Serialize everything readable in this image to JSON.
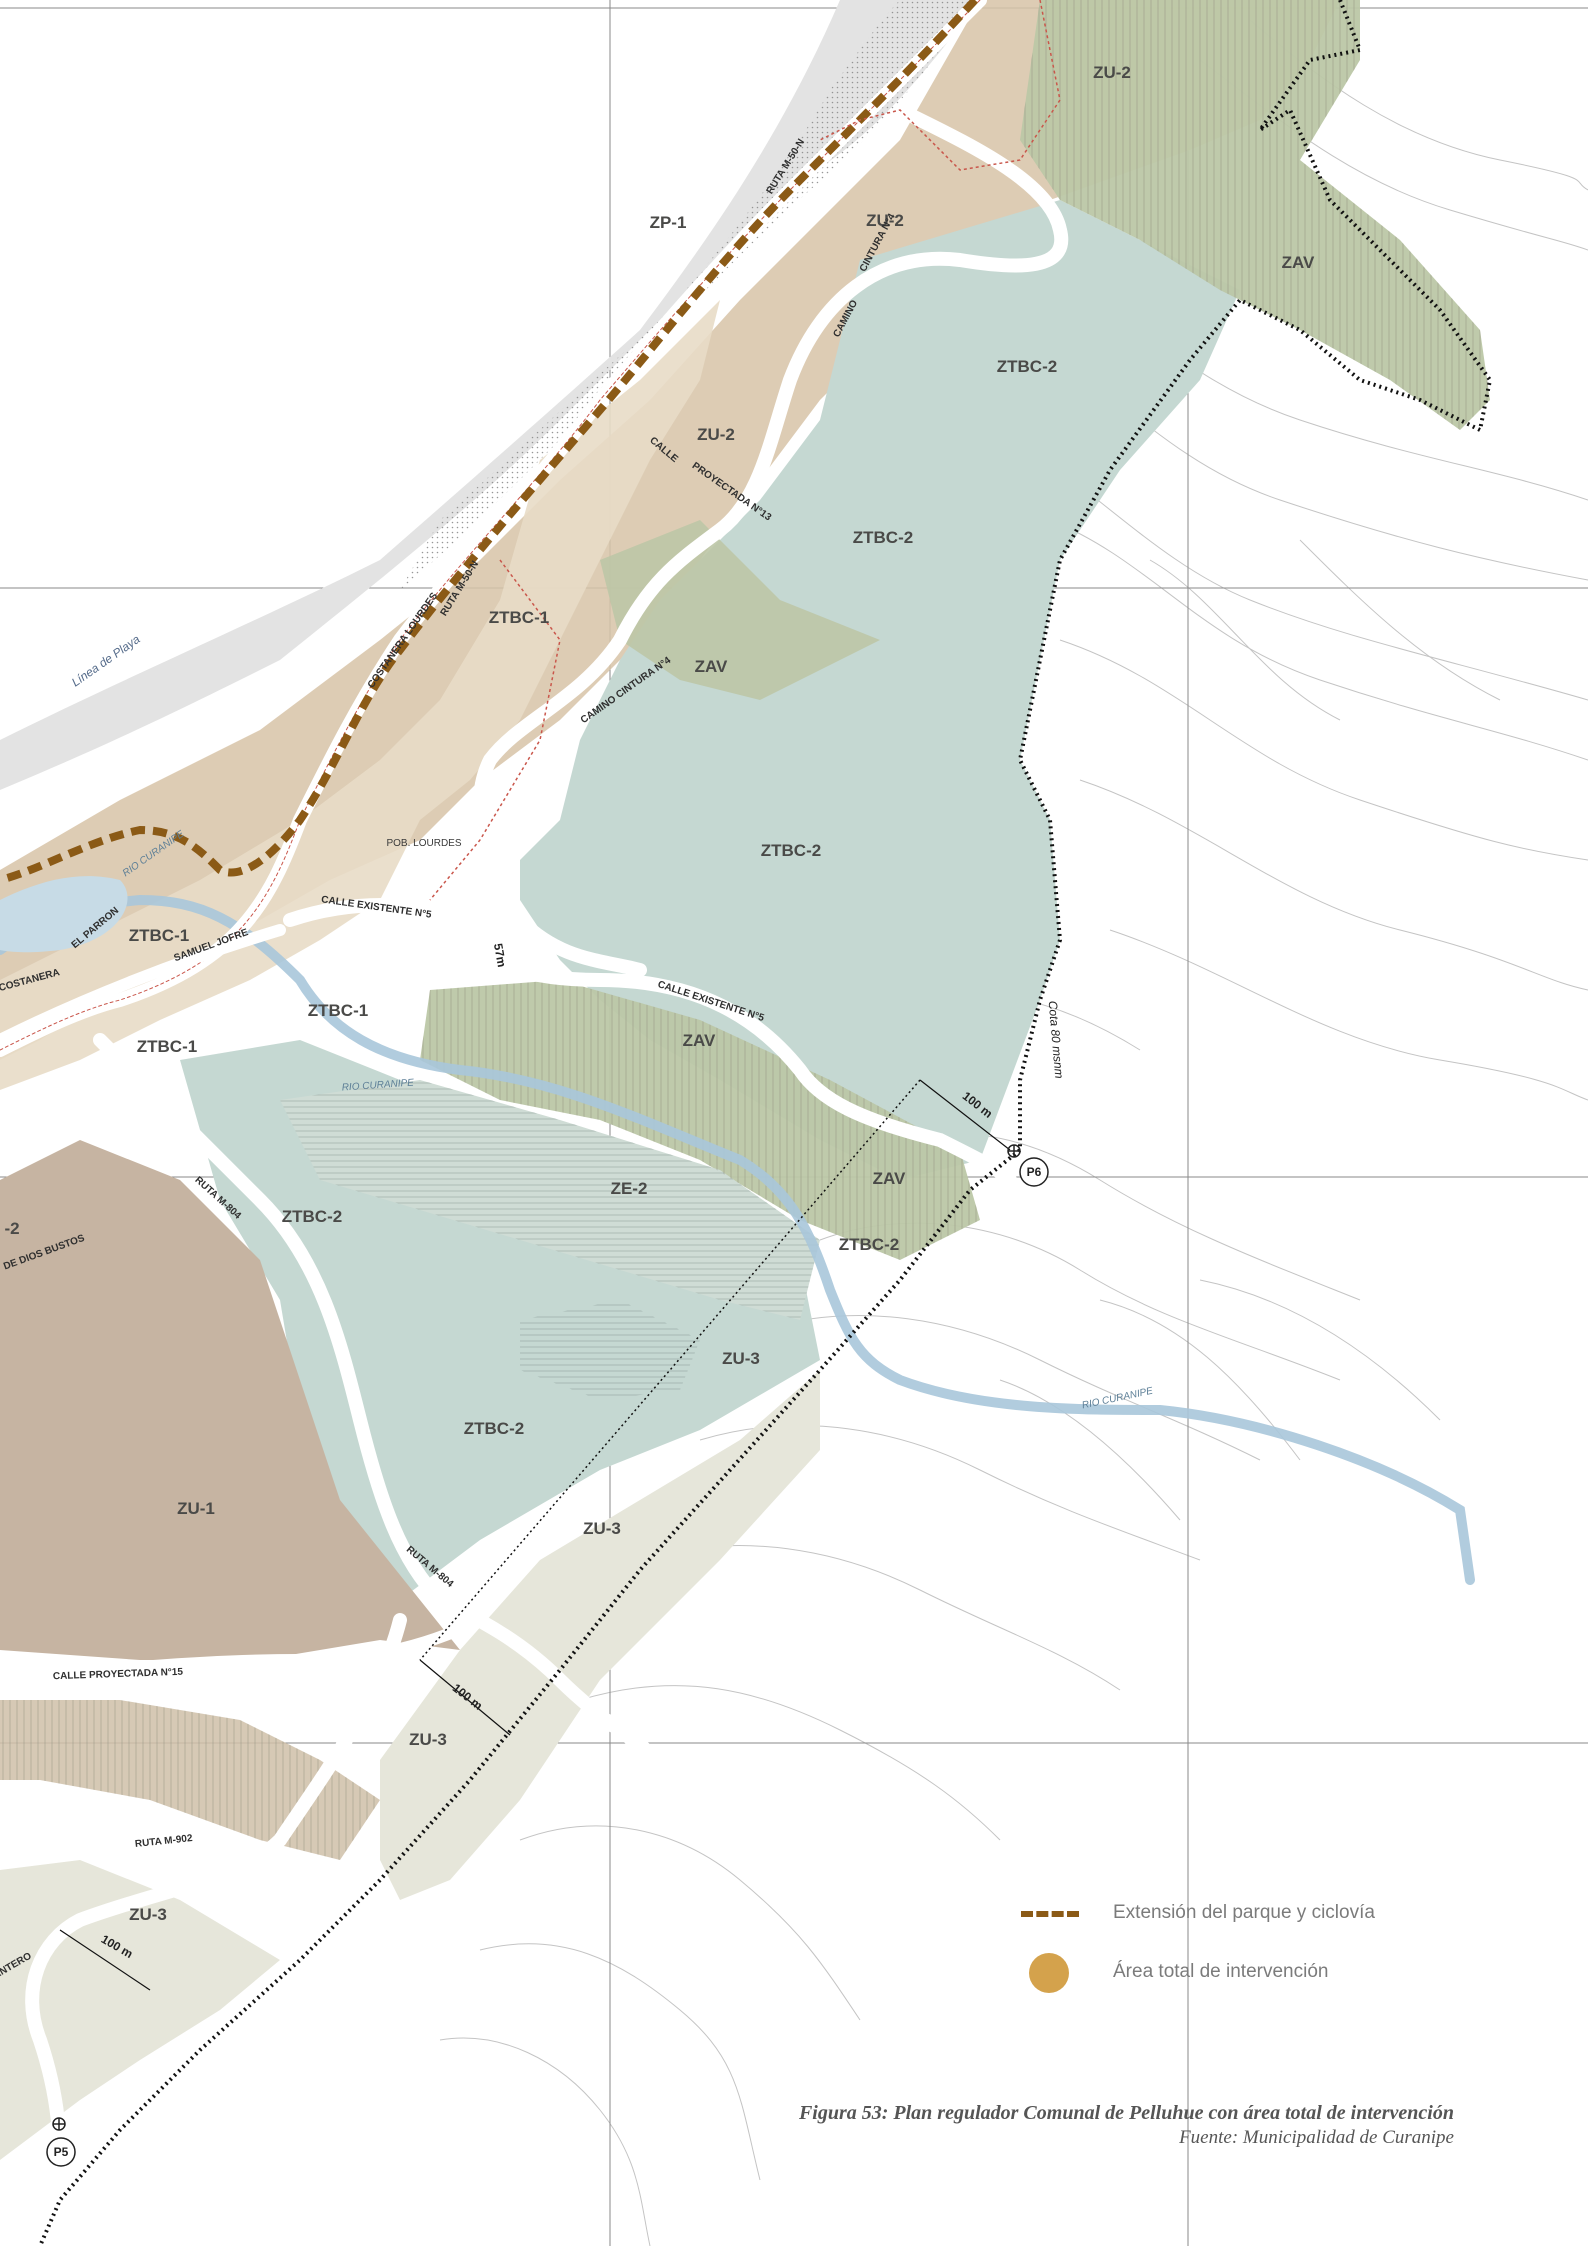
{
  "colors": {
    "zu": "#cdb9a0",
    "zu1": "#c4b3a2",
    "zu3": "#e5e5d9",
    "ztbc": "#c3d6d0",
    "zav": "#b8c3a4",
    "ze": "#c6d7d1",
    "ztbc1": "#e3d5be",
    "beach": "#d9d9d9",
    "river": "#c7dbe6",
    "boundary": "#111111",
    "park": "#8b5a16",
    "zone_edge": "#c9564b",
    "intervention": "#d4a24c"
  },
  "zones": [
    "ZU-2",
    "ZP-1",
    "ZU-2",
    "ZAV",
    "ZTBC-2",
    "ZU-2",
    "ZTBC-2",
    "ZTBC-1",
    "ZAV",
    "ZTBC-2",
    "ZTBC-1",
    "ZTBC-1",
    "ZTBC-1",
    "ZAV",
    "ZE-2",
    "ZAV",
    "ZTBC-2",
    "ZTBC-2",
    "ZU-3",
    "ZTBC-2",
    "ZU-3",
    "ZU-1",
    "ZU-3",
    "ZU-3",
    "-2"
  ],
  "streets": {
    "costanera_lourdes": "COSTANERA LOURDES",
    "ruta_m50n": "RUTA M-50-N",
    "ruta_m50n_b": "RUTA M-50-N",
    "calle_proyectada_13_a": "CALLE",
    "calle_proyectada_13_b": "PROYECTADA N°13",
    "camino_cintura_a1": "CAMINO",
    "camino_cintura_a2": "CINTURA N°4",
    "camino_cintura_b1": "CAMINO",
    "camino_cintura_b2": "CINTURA N°4",
    "calle_existente_5a": "CALLE EXISTENTE N°5",
    "calle_existente_5b": "CALLE  EXISTENTE N°5",
    "samuel_jofre": "SAMUEL JOFRE",
    "costanera": "COSTANERA",
    "el_parron": "EL PARRON",
    "ruta_m804_a": "RUTA M-804",
    "ruta_m804_b": "RUTA M-804",
    "juan_de_dios_bustos": "DE DIOS BUSTOS",
    "calle_proyectada_15": "CALLE     PROYECTADA     N°15",
    "ruta_m902": "RUTA M-902",
    "entero": "ENTERO"
  },
  "places": {
    "linea_playa": "Línea de Playa",
    "rio_1": "RIO CURANIPE",
    "rio_2": "RIO CURANIPE",
    "rio_3": "RIO CURANIPE",
    "pob_lourdes": "POB. LOURDES",
    "cota": "Cota 80 msnm"
  },
  "dimensions": {
    "d57": "57m",
    "d100a": "100 m",
    "d100b": "100 m",
    "d100c": "100 m"
  },
  "markers": {
    "p6": "P6",
    "p5": "P5"
  },
  "legend": {
    "items": [
      {
        "label": "Extensión del parque y ciclovía",
        "symbol": "dashed-line"
      },
      {
        "label": "Área total de intervención",
        "symbol": "filled-circle"
      }
    ]
  },
  "caption": {
    "title": "Figura 53: Plan regulador Comunal de Pelluhue con área total de intervención",
    "source": "Fuente: Municipalidad de Curanipe"
  }
}
